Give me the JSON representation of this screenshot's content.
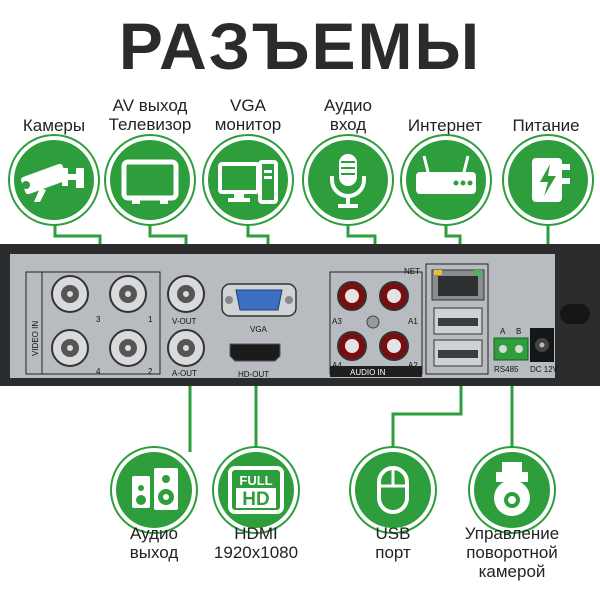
{
  "title": "РАЗЪЕМЫ",
  "top": [
    {
      "id": "cameras",
      "label1": "Камеры",
      "label2": "",
      "icon": "camera-icon"
    },
    {
      "id": "av",
      "label1": "AV выход",
      "label2": "Телевизор",
      "icon": "tv-icon"
    },
    {
      "id": "vga",
      "label1": "VGA",
      "label2": "монитор",
      "icon": "computer-icon"
    },
    {
      "id": "audio-in",
      "label1": "Аудио",
      "label2": "вход",
      "icon": "microphone-icon"
    },
    {
      "id": "internet",
      "label1": "Интернет",
      "label2": "",
      "icon": "router-icon"
    },
    {
      "id": "power",
      "label1": "Питание",
      "label2": "",
      "icon": "power-adapter-icon"
    }
  ],
  "bottom": [
    {
      "id": "audio-out",
      "label1": "Аудио",
      "label2": "выход",
      "label3": "",
      "icon": "speaker-icon"
    },
    {
      "id": "hdmi",
      "label1": "HDMI",
      "label2": "1920x1080",
      "label3": "",
      "icon": "full-hd-icon"
    },
    {
      "id": "usb",
      "label1": "USB",
      "label2": "порт",
      "label3": "",
      "icon": "mouse-icon"
    },
    {
      "id": "ptz",
      "label1": "Управление",
      "label2": "поворотной",
      "label3": "камерой",
      "icon": "ptz-camera-icon"
    }
  ],
  "panel": {
    "video_in": "VIDEO IN",
    "ch1": "1",
    "ch2": "2",
    "ch3": "3",
    "ch4": "4",
    "vout": "V-OUT",
    "aout": "A-OUT",
    "vga": "VGA",
    "hdout": "HD-OUT",
    "a1": "A1",
    "a2": "A2",
    "a3": "A3",
    "a4": "A4",
    "audio_in": "AUDIO IN",
    "net": "NET",
    "rs_a": "A",
    "rs_b": "B",
    "rs485": "RS485",
    "dc": "DC 12V",
    "fullhd_full": "FULL",
    "fullhd_hd": "HD"
  },
  "colors": {
    "accent": "#2e9e3c",
    "panel": "#b8bcc0",
    "body": "#2a2c2e"
  }
}
